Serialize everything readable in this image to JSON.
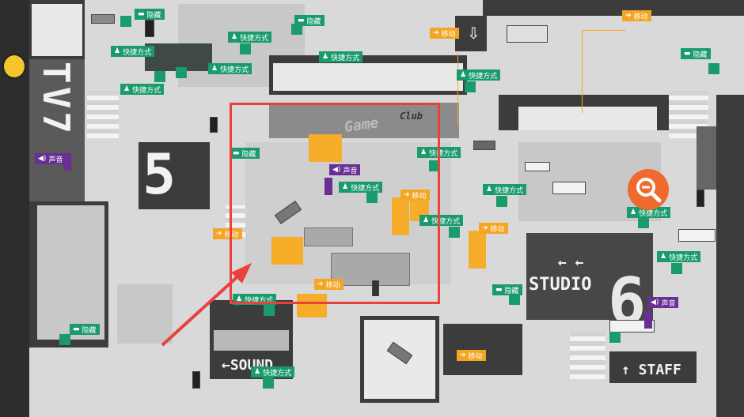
{
  "map": {
    "zones": {
      "tv": "TV7",
      "number_5": "5",
      "number_6": "6",
      "studio": "STUDIO",
      "studio_arrows": "← ←",
      "sound": "←SOUND",
      "staff": "↑ STAFF",
      "game_club": "Game",
      "club": "Club"
    }
  },
  "labels": {
    "hide": "隐藏",
    "shortcut": "快捷方式",
    "move": "移动",
    "sound": "声音"
  },
  "icons": {
    "hide": "eye-icon",
    "shortcut": "person-icon",
    "move": "arrow-right-icon",
    "sound": "speaker-icon",
    "zoom": "zoom-out-icon"
  },
  "colors": {
    "shortcut": "#1a9b6c",
    "move": "#f5a524",
    "sound": "#6a2f94",
    "selection": "#e8423f",
    "zoom": "#ef6a2c"
  }
}
